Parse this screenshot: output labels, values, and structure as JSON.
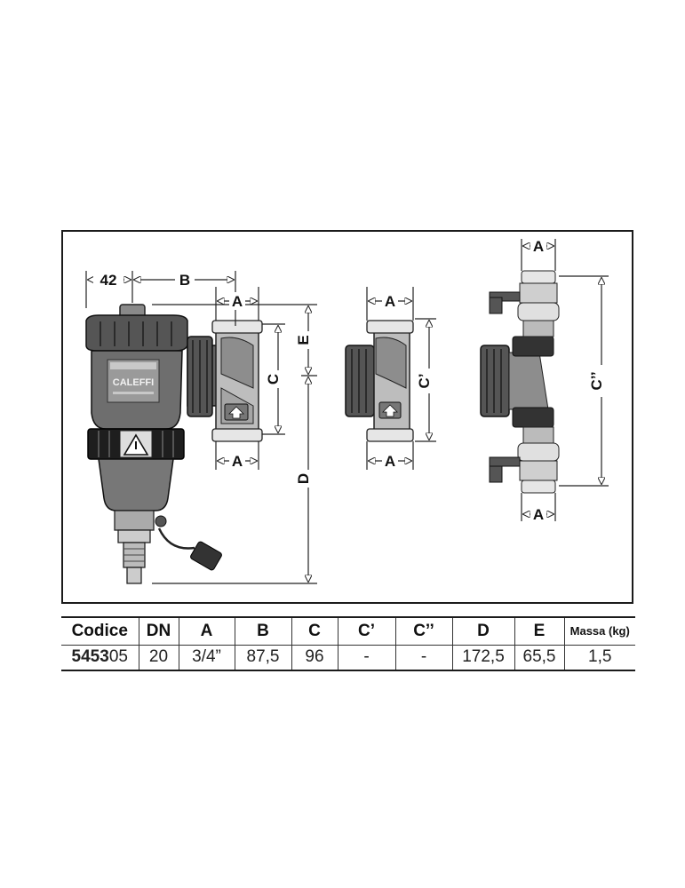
{
  "drawing": {
    "brand_label": "CALEFFI",
    "dimensions": {
      "w42": "42",
      "B": "B",
      "A": "A",
      "C": "C",
      "E": "E",
      "D": "D",
      "C_prime": "C’",
      "C_double_prime": "C’’"
    }
  },
  "table": {
    "headers": [
      "Codice",
      "DN",
      "A",
      "B",
      "C",
      "C’",
      "C’’",
      "D",
      "E",
      "Massa (kg)"
    ],
    "row": {
      "code_prefix": "5453",
      "code_suffix": "05",
      "values": [
        "20",
        "3/4”",
        "87,5",
        "96",
        "-",
        "-",
        "172,5",
        "65,5",
        "1,5"
      ]
    }
  }
}
